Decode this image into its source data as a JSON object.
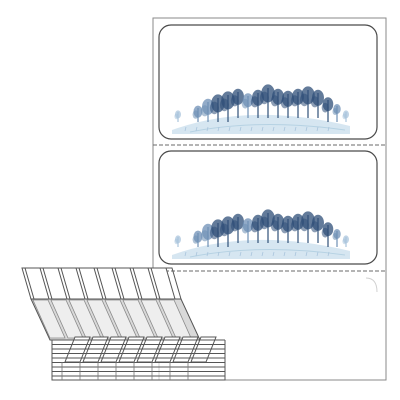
{
  "image": {
    "subject": "fanfold-label-stock",
    "colors": {
      "background": "#ffffff",
      "liner": "#ffffff",
      "liner_border": "#8a8a8a",
      "label_border": "#4a4a4a",
      "perforation": "#6a6a6a",
      "stack_edge": "#555555",
      "stack_fold_shade": "#d9d9d9",
      "tree_dark": "#2f4f78",
      "tree_mid": "#6d8fb5",
      "tree_light": "#a9c4dc",
      "hill": "#cfe2ee"
    },
    "labels": [
      {
        "name": "label-top",
        "artwork": "winter-tree-landscape"
      },
      {
        "name": "label-middle",
        "artwork": "winter-tree-landscape"
      },
      {
        "name": "label-bottom-faded",
        "artwork": "none"
      }
    ],
    "stack": {
      "visible_folds": 2,
      "labels_per_row": 8
    }
  }
}
